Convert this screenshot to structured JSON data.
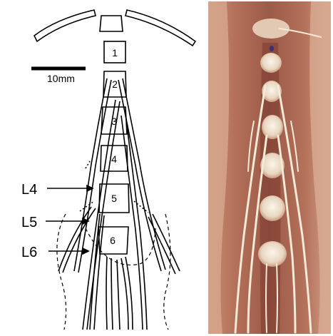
{
  "diagram": {
    "scale_bar_label": "10mm",
    "vertebra_numbers": [
      "1",
      "2",
      "3",
      "4",
      "5",
      "6"
    ],
    "nerve_root_labels": [
      "L4",
      "L5",
      "L6"
    ]
  },
  "photo": {
    "description_colors": {
      "tissue": "#b06a55",
      "bone": "#efe2d0",
      "nerve": "#f3ead8",
      "marker": "#3a2f7a"
    }
  }
}
